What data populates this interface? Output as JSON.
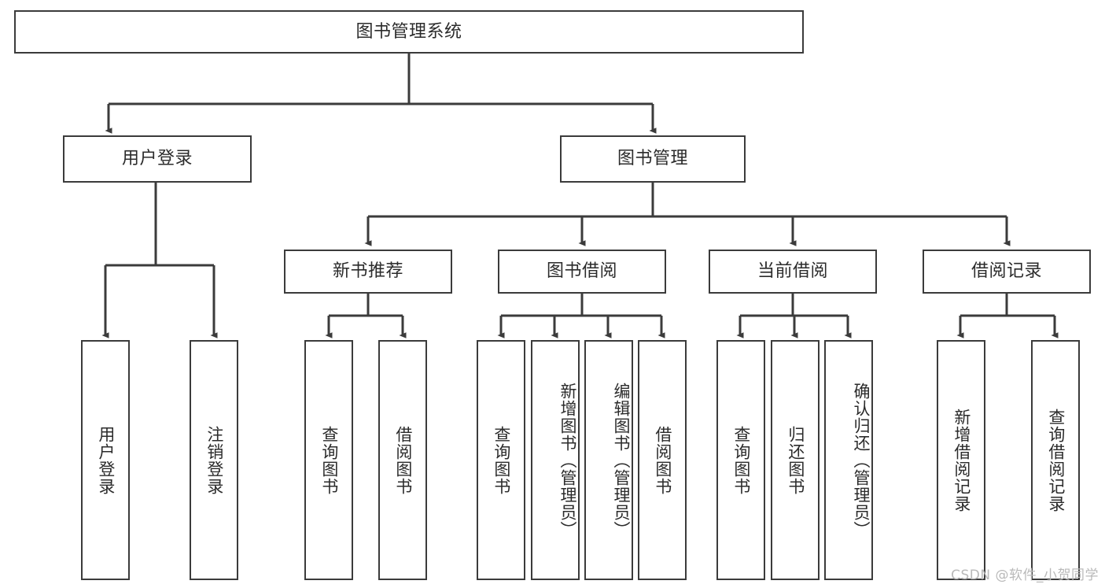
{
  "diagram": {
    "title": "图书管理系统",
    "type": "tree-hierarchy-diagram",
    "root": {
      "id": "root",
      "label": "图书管理系统"
    },
    "level2": [
      {
        "id": "login",
        "label": "用户登录"
      },
      {
        "id": "bookmgmt",
        "label": "图书管理"
      }
    ],
    "level3": [
      {
        "id": "newbook",
        "label": "新书推荐"
      },
      {
        "id": "borrow",
        "label": "图书借阅"
      },
      {
        "id": "current",
        "label": "当前借阅"
      },
      {
        "id": "records",
        "label": "借阅记录"
      }
    ],
    "leaves": [
      {
        "id": "leaf-user-login",
        "label": "用户登录",
        "parent": "login"
      },
      {
        "id": "leaf-user-logout",
        "label": "注销登录",
        "parent": "login"
      },
      {
        "id": "leaf-query-book-1",
        "label": "查询图书",
        "parent": "newbook"
      },
      {
        "id": "leaf-borrow-book-1",
        "label": "借阅图书",
        "parent": "newbook"
      },
      {
        "id": "leaf-query-book-2",
        "label": "查询图书",
        "parent": "borrow"
      },
      {
        "id": "leaf-add-book",
        "label": "新增图书（管理员）",
        "parent": "borrow"
      },
      {
        "id": "leaf-edit-book",
        "label": "编辑图书（管理员）",
        "parent": "borrow"
      },
      {
        "id": "leaf-borrow-book-2",
        "label": "借阅图书",
        "parent": "borrow"
      },
      {
        "id": "leaf-query-book-3",
        "label": "查询图书",
        "parent": "current"
      },
      {
        "id": "leaf-return-book",
        "label": "归还图书",
        "parent": "current"
      },
      {
        "id": "leaf-confirm-return",
        "label": "确认归还（管理员）",
        "parent": "current"
      },
      {
        "id": "leaf-add-record",
        "label": "新增借阅记录",
        "parent": "records"
      },
      {
        "id": "leaf-query-record",
        "label": "查询借阅记录",
        "parent": "records"
      }
    ],
    "watermark": "CSDN @软件_小贺同学",
    "colors": {
      "stroke": "#3b3b3b",
      "text": "#2b2b2b",
      "background": "#ffffff",
      "watermark": "#b9b9b9"
    }
  }
}
